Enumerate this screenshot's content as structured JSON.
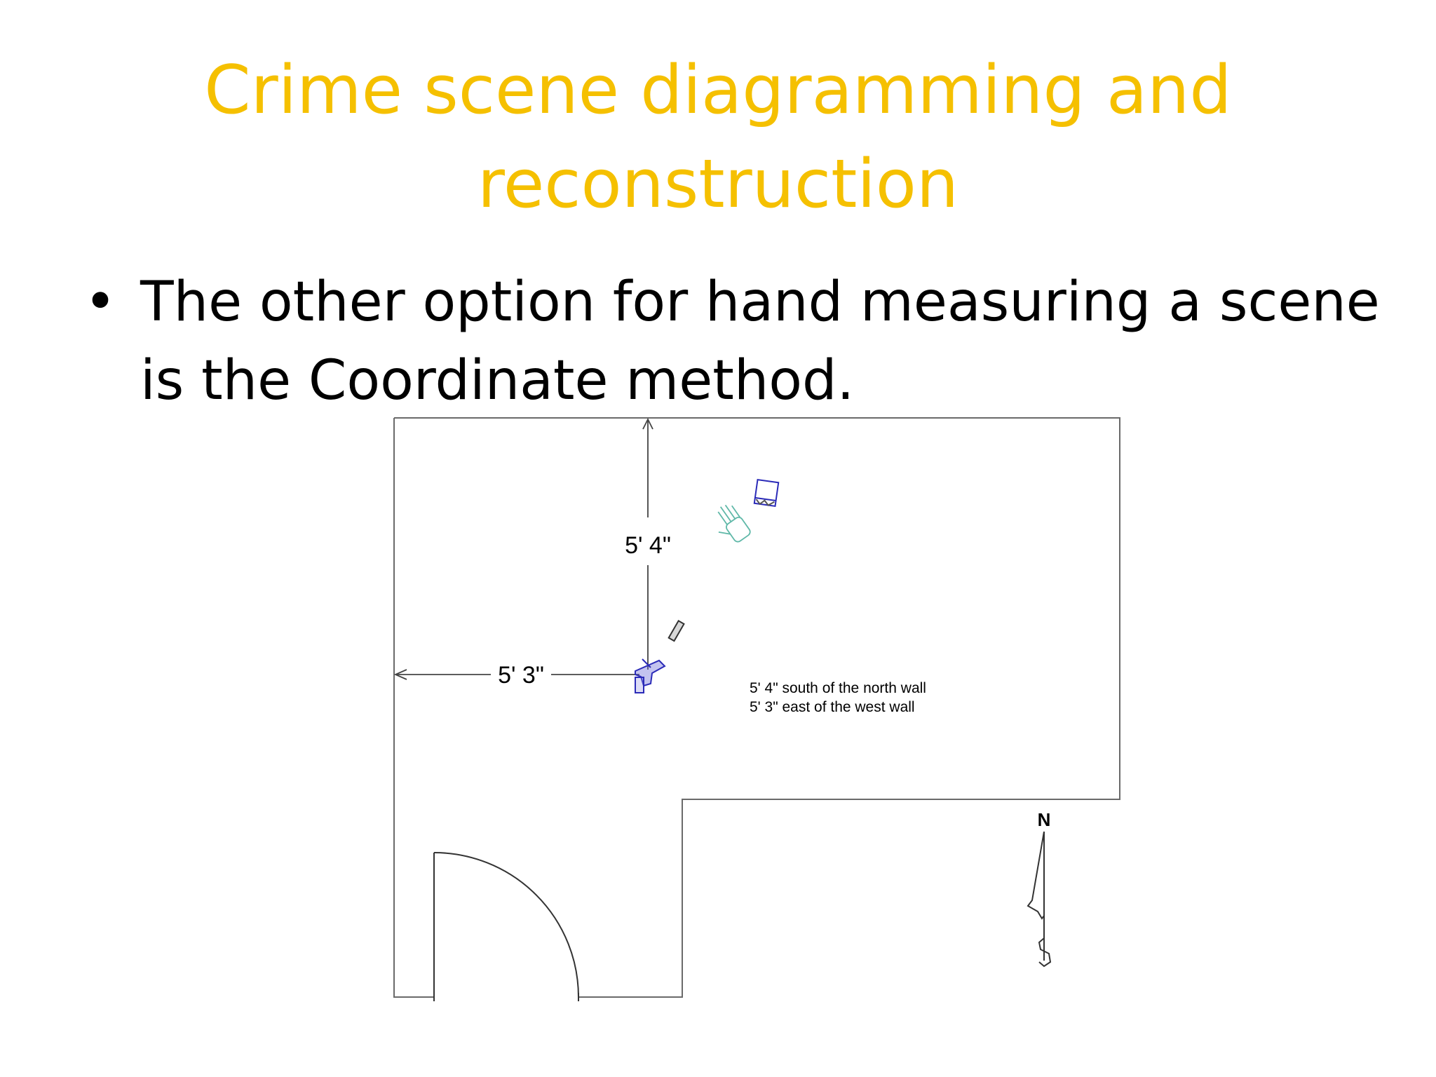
{
  "slide": {
    "title_lines": [
      "Crime scene diagramming and",
      "reconstruction"
    ],
    "bullet_lines": [
      "The other option for hand measuring a scene",
      "is the Coordinate method."
    ],
    "bullet_symbol": "•"
  },
  "diagram": {
    "vertical_measurement": "5' 4\"",
    "horizontal_measurement": "5' 3\"",
    "note_lines": [
      "5' 4\" south of the north wall",
      "5' 3\" east of the west wall"
    ],
    "compass_label": "N",
    "evidence_icons": [
      "handgun-icon",
      "cartridge-casing-icon",
      "hand-print-icon",
      "evidence-item-icon"
    ]
  },
  "colors": {
    "title": "#f5c000",
    "text": "#000000",
    "evidence_blue": "#2b2bb8",
    "evidence_teal": "#5fb8a8"
  }
}
